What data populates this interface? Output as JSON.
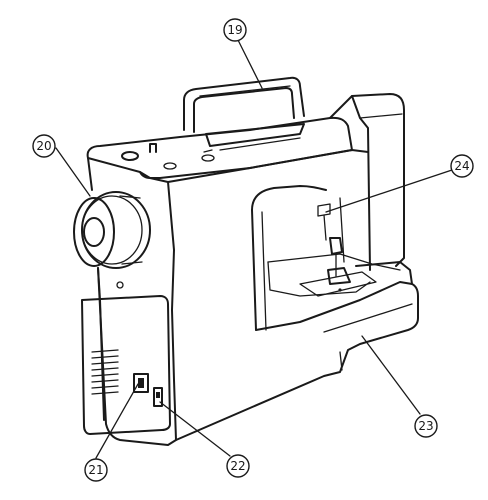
{
  "callouts": {
    "c19": "19",
    "c20": "20",
    "c21": "21",
    "c22": "22",
    "c23": "23",
    "c24": "24"
  }
}
